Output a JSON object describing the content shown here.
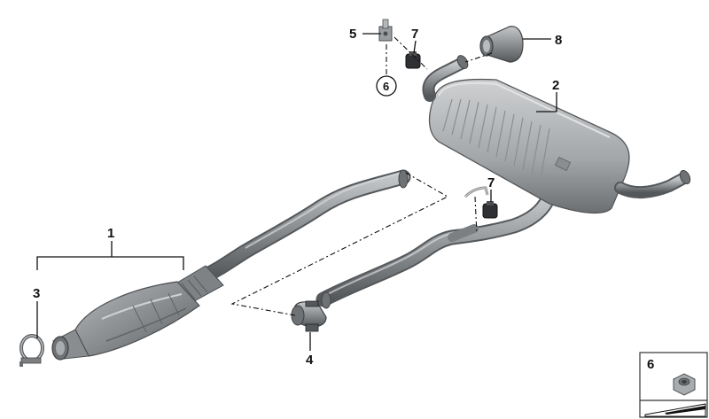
{
  "callouts": {
    "c1": "1",
    "c2": "2",
    "c3": "3",
    "c4": "4",
    "c5": "5",
    "c6": "6",
    "c7a": "7",
    "c7b": "7",
    "c8": "8"
  },
  "legend": {
    "nut_label": "6"
  },
  "colors": {
    "pipe": "#8d9093",
    "pipe_dark": "#5f6265",
    "muffler": "#a9acae",
    "background": "#ffffff"
  }
}
